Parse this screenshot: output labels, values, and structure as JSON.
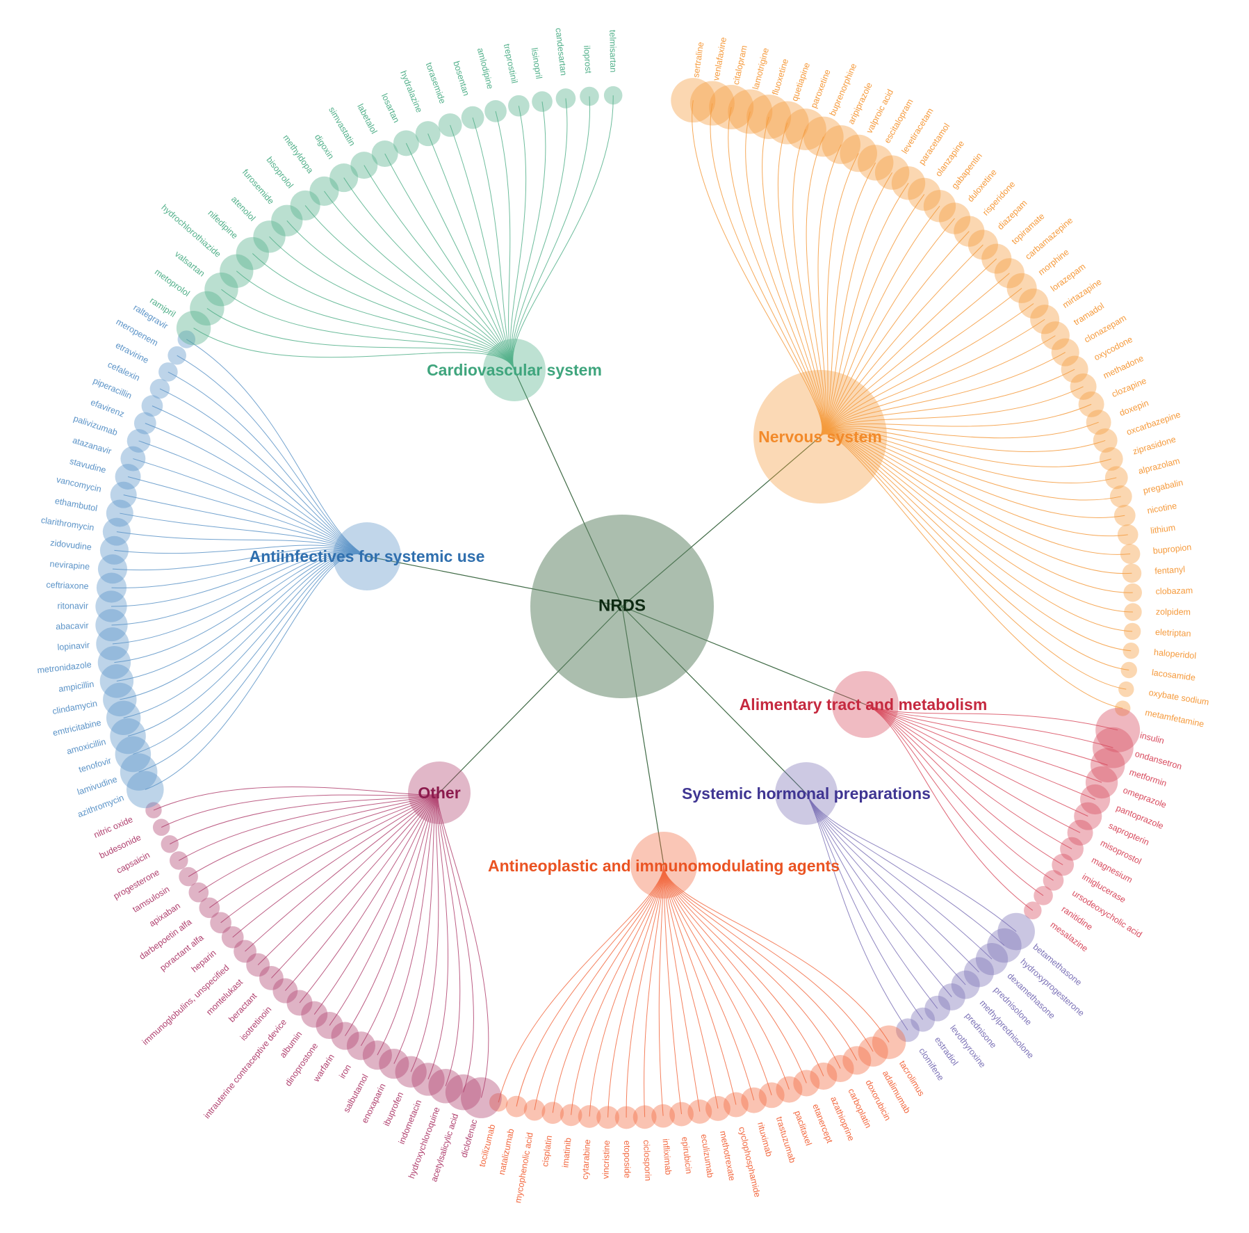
{
  "root": {
    "label": "NRDS",
    "color": "#5e8263"
  },
  "groups": [
    {
      "key": "nervous",
      "label": "Nervous system",
      "color": "#f59a3c",
      "leaves": [
        "sertraline",
        "venlafaxine",
        "citalopram",
        "lamotrigine",
        "fluoxetine",
        "quetiapine",
        "paroxetine",
        "buprenorphine",
        "aripiprazole",
        "valproic acid",
        "escitalopram",
        "levetiracetam",
        "paracetamol",
        "olanzapine",
        "gabapentin",
        "duloxetine",
        "risperidone",
        "diazepam",
        "topiramate",
        "carbamazepine",
        "morphine",
        "lorazepam",
        "mirtazapine",
        "tramadol",
        "clonazepam",
        "oxycodone",
        "methadone",
        "clozapine",
        "doxepin",
        "oxcarbazepine",
        "ziprasidone",
        "alprazolam",
        "pregabalin",
        "nicotine",
        "lithium",
        "bupropion",
        "fentanyl",
        "clobazam",
        "zolpidem",
        "eletriptan",
        "haloperidol",
        "lacosamide",
        "oxybate sodium",
        "metamfetamine"
      ],
      "weights": [
        5,
        5,
        5,
        5,
        5,
        4.8,
        4.6,
        4.4,
        4.2,
        4,
        3.8,
        3.6,
        3.5,
        3.4,
        3.3,
        3.2,
        3.1,
        3,
        3,
        3,
        3,
        3,
        2.9,
        2.8,
        2.7,
        2.6,
        2.5,
        2.4,
        2.3,
        2.2,
        2.1,
        2,
        1.9,
        1.8,
        1.7,
        1.6,
        1.5,
        1.4,
        1.3,
        1.2,
        1.1,
        1.1,
        1,
        1
      ]
    },
    {
      "key": "alimentary",
      "label": "Alimentary tract and metabolism",
      "color": "#d84b5e",
      "leaves": [
        "insulin",
        "ondansetron",
        "metformin",
        "omeprazole",
        "pantoprazole",
        "sapropterin",
        "misoprostol",
        "magnesium",
        "imiglucerase",
        "ursodeoxycholic acid",
        "ranitidine",
        "mesalazine"
      ],
      "weights": [
        5,
        4.5,
        3.6,
        3.3,
        3,
        2.7,
        2.4,
        2.1,
        1.9,
        1.7,
        1.5,
        1.3
      ]
    },
    {
      "key": "hormonal",
      "label": "Systemic hormonal preparations",
      "color": "#7b71b6",
      "leaves": [
        "betamethasone",
        "hydroxyprogesterone",
        "dexamethasone",
        "prednisolone",
        "methylprednisolone",
        "prednisone",
        "levothyroxine",
        "estradiol",
        "clomifene"
      ],
      "weights": [
        4,
        3.6,
        3.3,
        3,
        2.8,
        2.6,
        2.4,
        2.2,
        2.1
      ]
    },
    {
      "key": "antineoplastic",
      "label": "Antineoplastic and immunomodulating agents",
      "color": "#f2683f",
      "leaves": [
        "tacrolimus",
        "adalimumab",
        "doxorubicin",
        "carboplatin",
        "azathioprine",
        "etanercept",
        "paclitaxel",
        "trastuzumab",
        "rituximab",
        "cyclophosphamide",
        "methotrexate",
        "eculizumab",
        "epirubicin",
        "infliximab",
        "ciclosporin",
        "etoposide",
        "vincristine",
        "cytarabine",
        "imatinib",
        "cisplatin",
        "mycophenolic acid",
        "natalizumab",
        "tocilizumab"
      ],
      "weights": [
        3.5,
        3,
        2.8,
        2.6,
        2.6,
        2.5,
        2.5,
        2.4,
        2.4,
        2.3,
        2.3,
        2.2,
        2.2,
        2.1,
        2.1,
        2,
        2,
        2,
        1.9,
        1.9,
        1.8,
        1.8,
        1.4
      ]
    },
    {
      "key": "other",
      "label": "Other",
      "color": "#b0416f",
      "leaves": [
        "diclofenac",
        "acetylsalicylic acid",
        "hydroxychloroquine",
        "indometacin",
        "ibuprofen",
        "enoxaparin",
        "salbutamol",
        "iron",
        "warfarin",
        "dinoprostone",
        "albumin",
        "intrauterine contraceptive device",
        "isotretinoin",
        "beractant",
        "montelukast",
        "immunoglobulins, unspecified",
        "heparin",
        "poractant alfa",
        "darbepoetin alfa",
        "apixaban",
        "tamsulosin",
        "progesterone",
        "capsaicin",
        "budesonide",
        "nitric oxide"
      ],
      "weights": [
        4.5,
        3.8,
        3.6,
        3.4,
        3.2,
        3,
        2.9,
        2.8,
        2.7,
        2.6,
        2.5,
        2.4,
        2.3,
        2.2,
        2.1,
        2,
        1.9,
        1.8,
        1.7,
        1.6,
        1.5,
        1.4,
        1.3,
        1.2,
        1.1
      ]
    },
    {
      "key": "antiinfectives",
      "label": "Antiinfectives for systemic use",
      "color": "#5b93c7",
      "leaves": [
        "azithromycin",
        "lamivudine",
        "tenofovir",
        "amoxicillin",
        "emtricitabine",
        "clindamycin",
        "ampicillin",
        "metronidazole",
        "lopinavir",
        "abacavir",
        "ritonavir",
        "ceftriaxone",
        "nevirapine",
        "zidovudine",
        "clarithromycin",
        "ethambutol",
        "vancomycin",
        "stavudine",
        "atazanavir",
        "palivizumab",
        "efavirenz",
        "piperacillin",
        "cefalexin",
        "etravirine",
        "meropenem",
        "raltegravir"
      ],
      "weights": [
        4,
        4,
        3.8,
        3.8,
        3.6,
        3.5,
        3.5,
        3.4,
        3.4,
        3.3,
        3.2,
        3,
        2.9,
        2.8,
        2.7,
        2.6,
        2.5,
        2.4,
        2.3,
        2.1,
        1.9,
        1.8,
        1.6,
        1.5,
        1.4,
        1.3
      ]
    },
    {
      "key": "cardio",
      "label": "Cardiovascular system",
      "color": "#52b08a",
      "leaves": [
        "ramipril",
        "metoprolol",
        "valsartan",
        "hydrochlorothiazide",
        "nifedipine",
        "atenolol",
        "furosemide",
        "bisoprolol",
        "methyldopa",
        "digoxin",
        "simvastatin",
        "labetalol",
        "losartan",
        "hydralazine",
        "torasemide",
        "bosentan",
        "amlodipine",
        "treprostinil",
        "lisinopril",
        "candesartan",
        "iloprost",
        "telmisartan"
      ],
      "weights": [
        3.6,
        3.6,
        3.5,
        3.5,
        3.4,
        3.3,
        3.2,
        3,
        2.9,
        2.8,
        2.6,
        2.5,
        2.4,
        2.3,
        2.1,
        2,
        1.9,
        1.8,
        1.7,
        1.6,
        1.5,
        1.4
      ]
    }
  ]
}
